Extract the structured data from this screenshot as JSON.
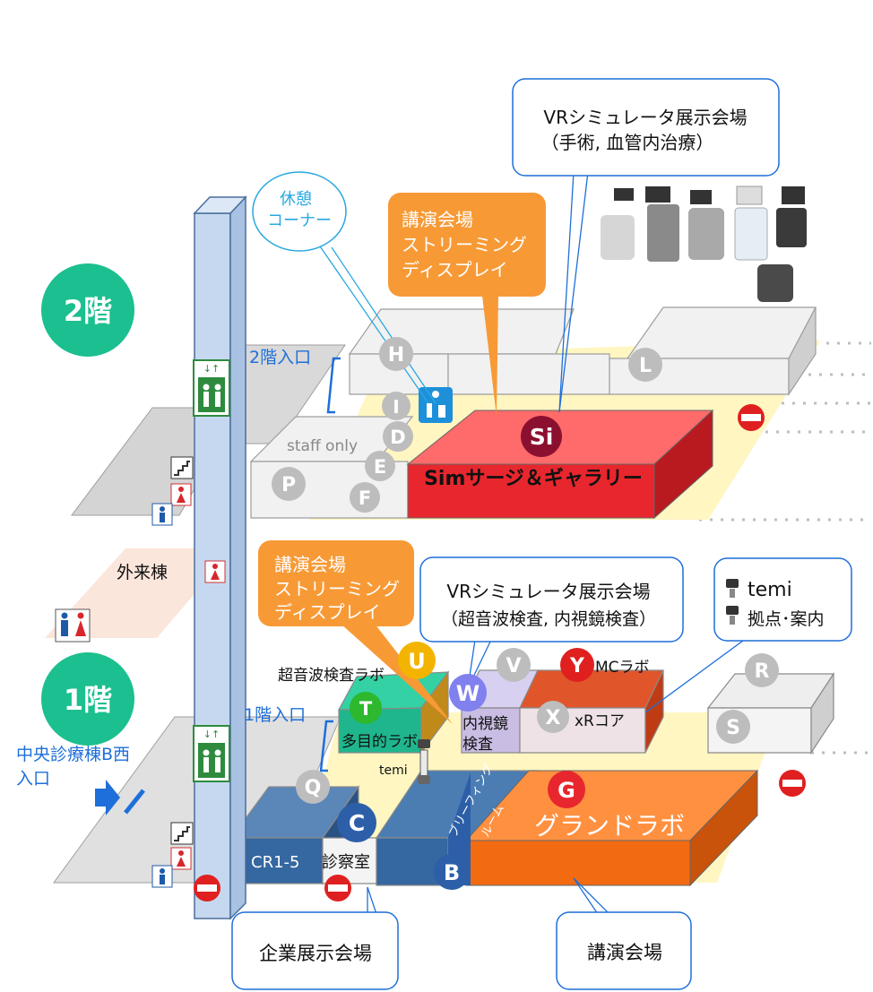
{
  "floors": {
    "second": "2階",
    "first": "1階"
  },
  "entrances": {
    "second": "2階入口",
    "first": "1階入口",
    "central_line1": "中央診療棟B西",
    "central_line2": "入口"
  },
  "outpatient": "外来棟",
  "staff_only": "staff only",
  "callouts": {
    "vr_surgery_line1": "VRシミュレータ展示会場",
    "vr_surgery_line2": "（手術, 血管内治療）",
    "rest_line1": "休憩",
    "rest_line2": "コーナー",
    "lecture2f_line1": "講演会場",
    "lecture2f_line2": "ストリーミング",
    "lecture2f_line3": "ディスプレイ",
    "lecture1f_line1": "講演会場",
    "lecture1f_line2": "ストリーミング",
    "lecture1f_line3": "ディスプレイ",
    "vr_ultra_line1": "VRシミュレータ展示会場",
    "vr_ultra_line2": "（超音波検査, 内視鏡検査）",
    "temi_line1": "temi",
    "temi_line2": "拠点･案内",
    "corporate": "企業展示会場",
    "lecture_hall": "講演会場"
  },
  "rooms": {
    "sim_badge": "Si",
    "sim": "Simサージ＆ギャラリー",
    "grand_badge": "G",
    "grand": "グランドラボ",
    "cr": "CR1-5",
    "exam": "診察室",
    "ultrasound": "超音波検査ラボ",
    "multipurpose": "多目的ラボ",
    "endoscope_line1": "内視鏡",
    "endoscope_line2": "検査",
    "mc_lab": "MCラボ",
    "xr_core": "xRコア",
    "briefing_line1": "ブリーフィング",
    "briefing_line2": "ルーム",
    "temi": "temi"
  },
  "markers": {
    "H": "H",
    "I": "I",
    "D": "D",
    "E": "E",
    "F": "F",
    "P": "P",
    "L": "L",
    "U": "U",
    "T": "T",
    "W": "W",
    "V": "V",
    "Y": "Y",
    "X": "X",
    "R": "R",
    "S": "S",
    "Q": "Q",
    "C": "C",
    "B": "B"
  },
  "colors": {
    "floor_badge": "#1cbf8f",
    "sim": "#e8262d",
    "grand": "#f26b10",
    "cr": "#3567a0",
    "callout_orange": "#f79a36",
    "callout_border": "#1e6fd9",
    "elevator_column": "#c6d8ef"
  }
}
